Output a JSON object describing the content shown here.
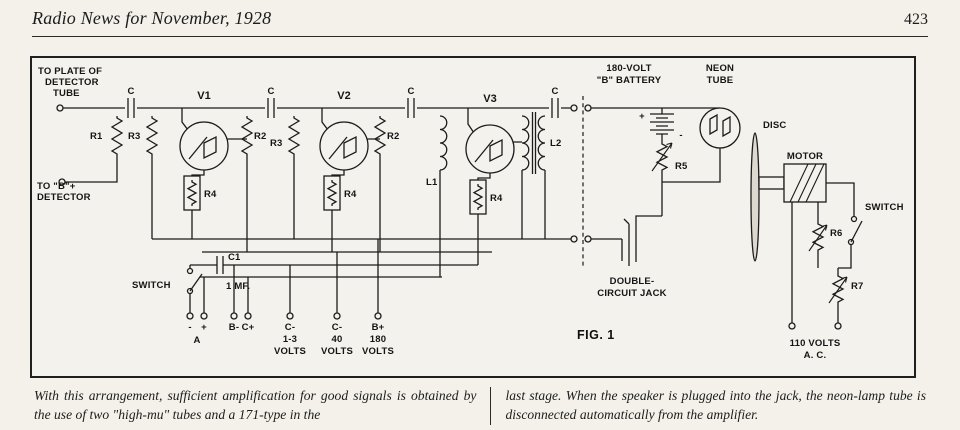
{
  "colors": {
    "paper": "#f3f1ea",
    "ink": "#1c1c1c"
  },
  "header": {
    "title": "Radio News for November, 1928",
    "page_number": "423"
  },
  "schematic": {
    "input": {
      "line1": "TO PLATE OF",
      "line2": "DETECTOR",
      "line3": "TUBE",
      "b_line1": "TO \"B\"+",
      "b_line2": "DETECTOR"
    },
    "tubes": {
      "v1": "V1",
      "v2": "V2",
      "v3": "V3"
    },
    "components": {
      "c_in": "C",
      "c2": "C",
      "c3": "C",
      "c4": "C",
      "r1": "R1",
      "r2a": "R2",
      "r2b": "R2",
      "r3a": "R3",
      "r3b": "R3",
      "r4a": "R4",
      "r4b": "R4",
      "r4c": "R4",
      "r5": "R5",
      "r6": "R6",
      "r7": "R7",
      "l1": "L1",
      "l2": "L2",
      "c1": "C1",
      "c1_value": "1 MF."
    },
    "battery": {
      "line1": "180-VOLT",
      "line2": "\"B\" BATTERY",
      "plus": "+",
      "minus": "-"
    },
    "neon": {
      "line1": "NEON",
      "line2": "TUBE"
    },
    "right": {
      "disc": "DISC",
      "motor": "MOTOR",
      "switch": "SWITCH",
      "volts_line1": "110 VOLTS",
      "volts_line2": "A. C."
    },
    "jack": {
      "line1": "DOUBLE-",
      "line2": "CIRCUIT JACK"
    },
    "fig": "FIG. 1",
    "switch_left": "SWITCH",
    "terminals": {
      "minus": "-",
      "plus": "+",
      "a": "A",
      "b_minus": "B-",
      "c_plus": "C+",
      "c13_line1": "C-",
      "c13_line2": "1-3",
      "c13_line3": "VOLTS",
      "c40_line1": "C-",
      "c40_line2": "40",
      "c40_line3": "VOLTS",
      "b180_line1": "B+",
      "b180_line2": "180",
      "b180_line3": "VOLTS"
    }
  },
  "caption": {
    "left": "With this arrangement, sufficient amplification for good signals is obtained by the use of two \"high-mu\" tubes and a 171-type in the",
    "right": "last stage. When the speaker is plugged into the jack, the neon-lamp tube is disconnected automatically from the amplifier."
  }
}
